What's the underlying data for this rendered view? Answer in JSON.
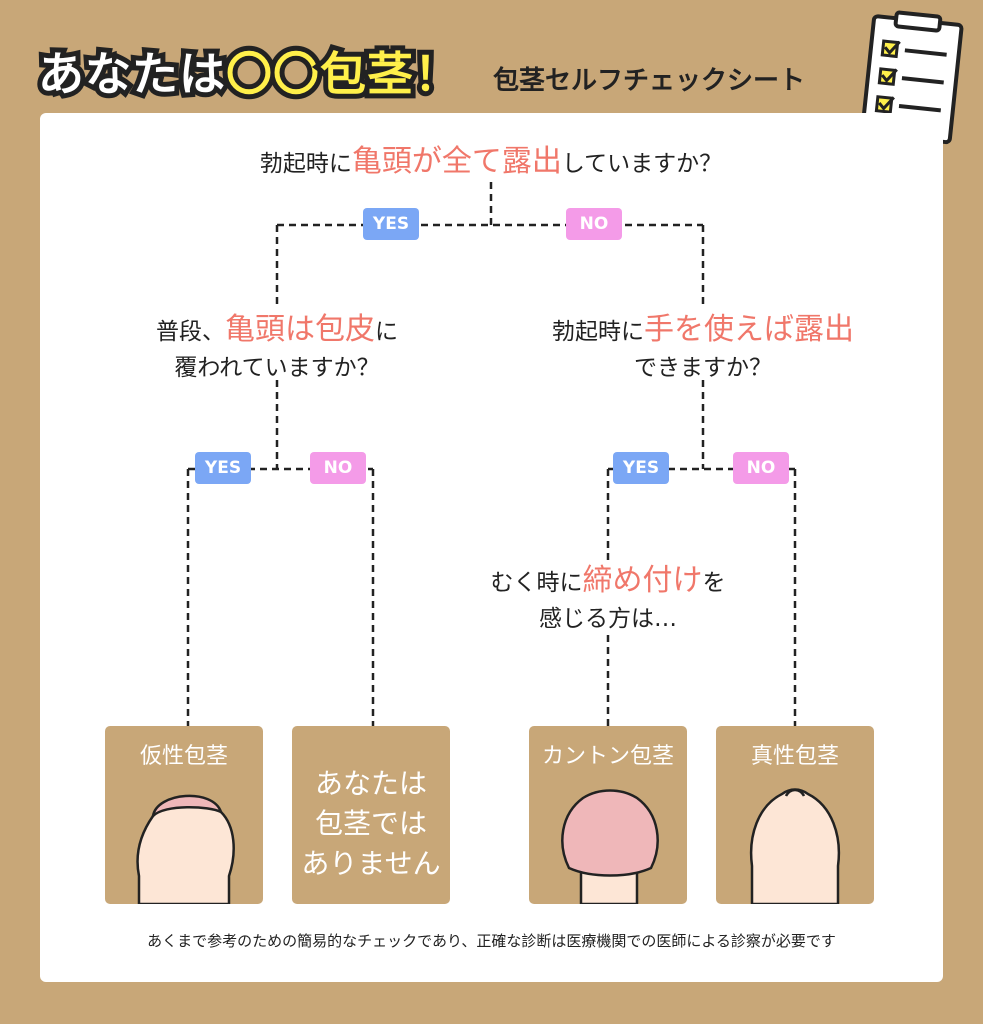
{
  "header": {
    "title_prefix": "あなたは",
    "title_circles": "〇〇",
    "title_word": "包茎",
    "title_exclaim": "！",
    "subtitle": "包茎セルフチェックシート"
  },
  "q1": {
    "pre": "勃起時に",
    "hl": "亀頭が全て露出",
    "post": "していますか？"
  },
  "q2": {
    "pre": "普段、",
    "hl": "亀頭は包皮",
    "post": "に",
    "line2": "覆われていますか？"
  },
  "q3": {
    "pre": "勃起時に",
    "hl": "手を使えば露出",
    "line2": "できますか？"
  },
  "q4": {
    "pre": "むく時に",
    "hl": "締め付け",
    "post": "を",
    "line2": "感じる方は…"
  },
  "answers": {
    "yes": "YES",
    "no": "NO"
  },
  "results": {
    "r1": "仮性包茎",
    "r2_l1": "あなたは",
    "r2_l2": "包茎では",
    "r2_l3": "ありません",
    "r3": "カントン包茎",
    "r4": "真性包茎"
  },
  "footnote": "あくまで参考のための簡易的なチェックであり、正確な診断は医療機関での医師による診察が必要です",
  "colors": {
    "background": "#C8A778",
    "highlight": "#F0776A",
    "yes": "#7BA7F5",
    "no": "#F49BE8",
    "skin": "#FDE6D6",
    "glans": "#EFB7B9"
  }
}
